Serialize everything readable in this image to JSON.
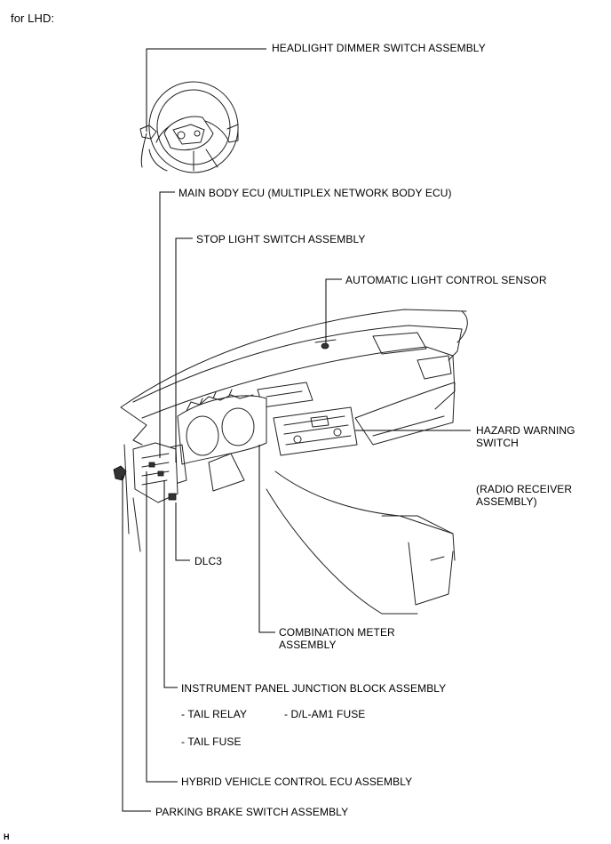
{
  "header": {
    "title": "for LHD:"
  },
  "labels": {
    "headlight_dimmer": "HEADLIGHT DIMMER SWITCH ASSEMBLY",
    "main_body_ecu": "MAIN BODY ECU (MULTIPLEX NETWORK BODY ECU)",
    "stop_light": "STOP LIGHT SWITCH ASSEMBLY",
    "auto_light_sensor": "AUTOMATIC LIGHT CONTROL SENSOR",
    "hazard_line1": "HAZARD WARNING",
    "hazard_line2": "SWITCH",
    "radio_line1": "(RADIO RECEIVER",
    "radio_line2": "ASSEMBLY)",
    "dlc3": "DLC3",
    "combination_line1": "COMBINATION METER",
    "combination_line2": "ASSEMBLY",
    "instrument_panel_jb": "INSTRUMENT PANEL JUNCTION BLOCK ASSEMBLY",
    "tail_relay": "- TAIL RELAY",
    "dl_am1_fuse": "- D/L-AM1 FUSE",
    "tail_fuse": "- TAIL FUSE",
    "hybrid_ecu": "HYBRID VEHICLE CONTROL ECU ASSEMBLY",
    "parking_brake": "PARKING BRAKE SWITCH ASSEMBLY"
  },
  "footer": {
    "code": "H"
  }
}
